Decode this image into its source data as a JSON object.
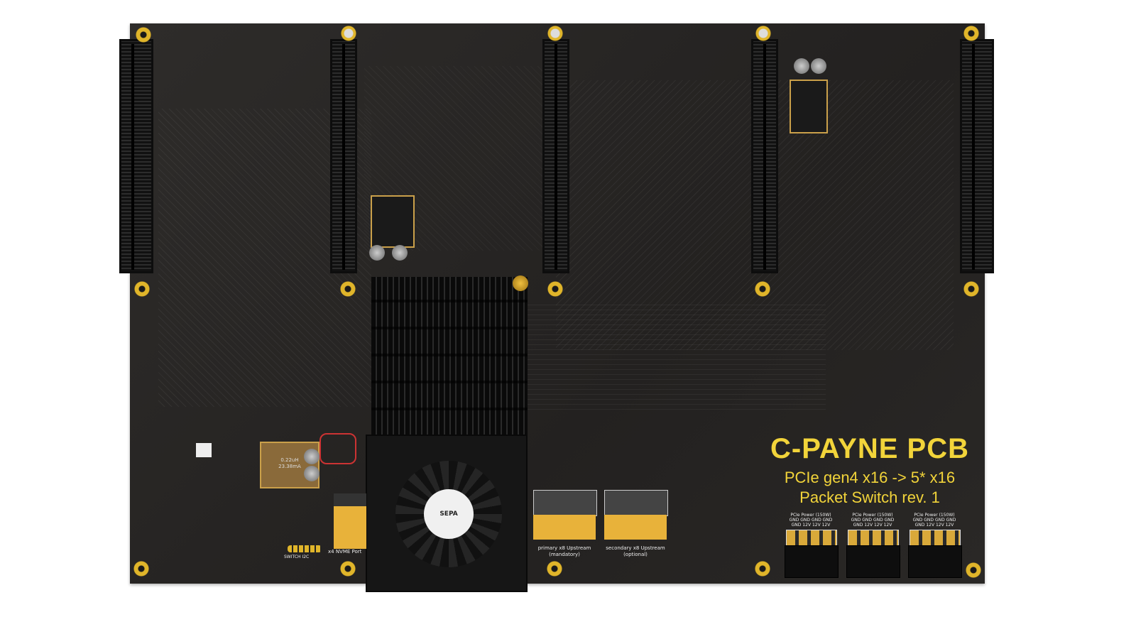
{
  "board": {
    "brand": "C-PAYNE PCB",
    "subtitle": "PCIe gen4 x16 -> 5* x16",
    "model": "Packet Switch rev. 1",
    "silk_color": "#f2d43a",
    "pcb_color": "#2a2826"
  },
  "connectors": {
    "primary_upstream": "primary x8 Upstream",
    "primary_note": "(mandatory)",
    "secondary_upstream": "secondary x8 Upstream",
    "secondary_note": "(optional)",
    "nvme_port": "x4 NVME Port",
    "switch_header": "SWITCH I2C"
  },
  "power_connectors": [
    {
      "title": "PCIe Power (150W)",
      "row1": "GND GND GND GND",
      "row2": "GND 12V 12V 12V"
    },
    {
      "title": "PCIe Power (150W)",
      "row1": "GND GND GND GND",
      "row2": "GND 12V 12V 12V"
    },
    {
      "title": "PCIe Power (150W)",
      "row1": "GND GND GND GND",
      "row2": "GND 12V 12V 12V"
    }
  ],
  "fan": {
    "label": "SEPA"
  },
  "inductor": {
    "line1": "0.22uH",
    "line2": "23.38mA"
  }
}
